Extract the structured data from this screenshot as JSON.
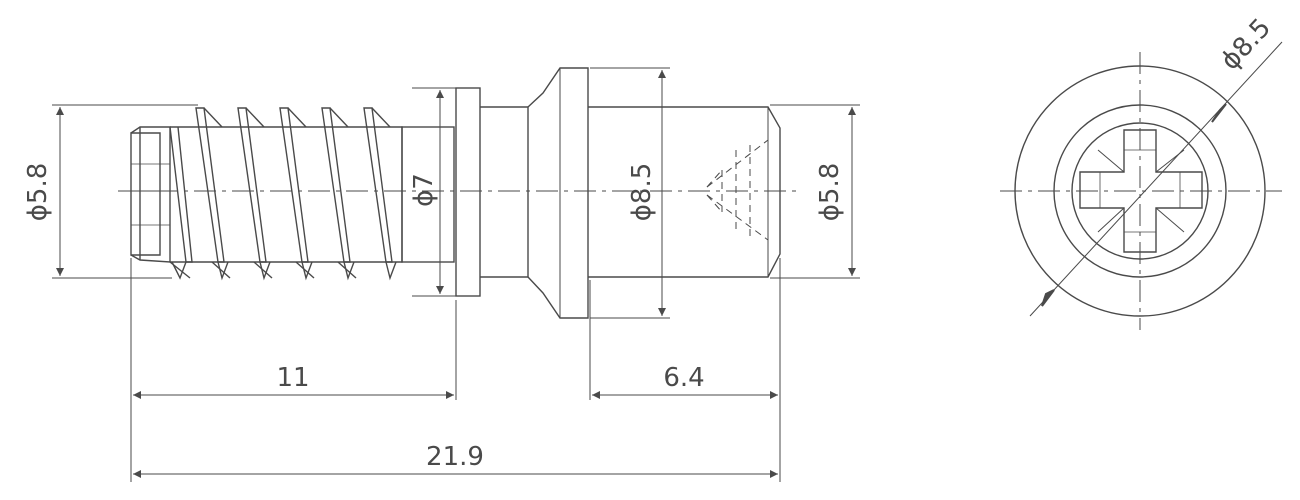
{
  "dimensions": {
    "thread_diameter": "ϕ5.8",
    "neck_diameter": "ϕ7",
    "head_diameter": "ϕ8.5",
    "end_diameter": "ϕ5.8",
    "thread_length": "11",
    "end_length": "6.4",
    "total_length": "21.9",
    "end_view_diameter": "ϕ8.5"
  },
  "colors": {
    "line": "#4a4a4a",
    "background": "#ffffff"
  }
}
